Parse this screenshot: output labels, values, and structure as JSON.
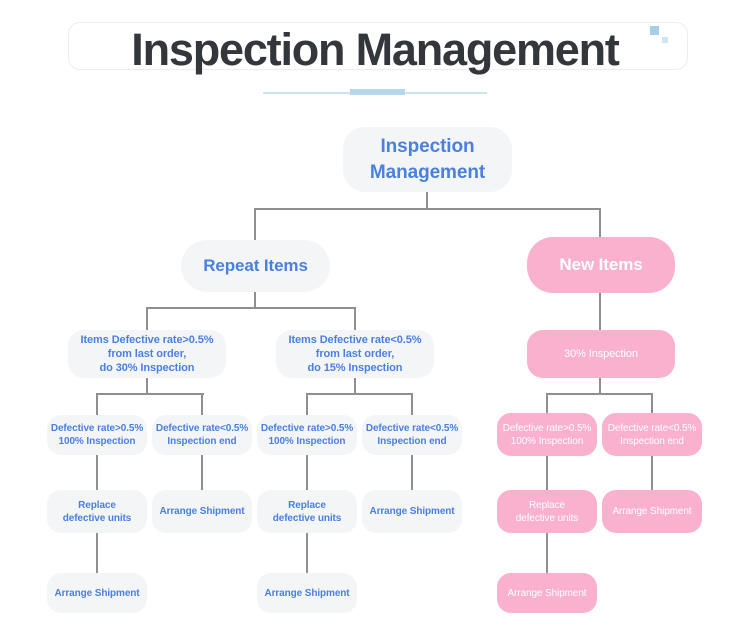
{
  "header": {
    "title": "Inspection Management"
  },
  "diagram": {
    "root_label": "Inspection Management",
    "repeat_branch_label": "Repeat Items",
    "new_branch_label": "New Items",
    "repeat_case_high": "Items Defective rate>0.5%\nfrom last order,\ndo 30% Inspection",
    "repeat_case_low": "Items Defective rate<0.5%\nfrom last order,\ndo 15% Inspection",
    "new_inspection": "30% Inspection",
    "defect_high": "Defective rate>0.5%\n100% Inspection",
    "defect_low": "Defective rate<0.5%\nInspection end",
    "replace_units": "Replace\ndefective units",
    "arrange_shipment": "Arrange Shipment"
  },
  "colors": {
    "accent_blue": "#4a80e2",
    "accent_pink": "#f9b1ce",
    "node_gray": "#f4f5f7",
    "line_gray": "#8f8f8f",
    "title_dark": "#33363a",
    "underline_blue": "#b7d7ea"
  }
}
